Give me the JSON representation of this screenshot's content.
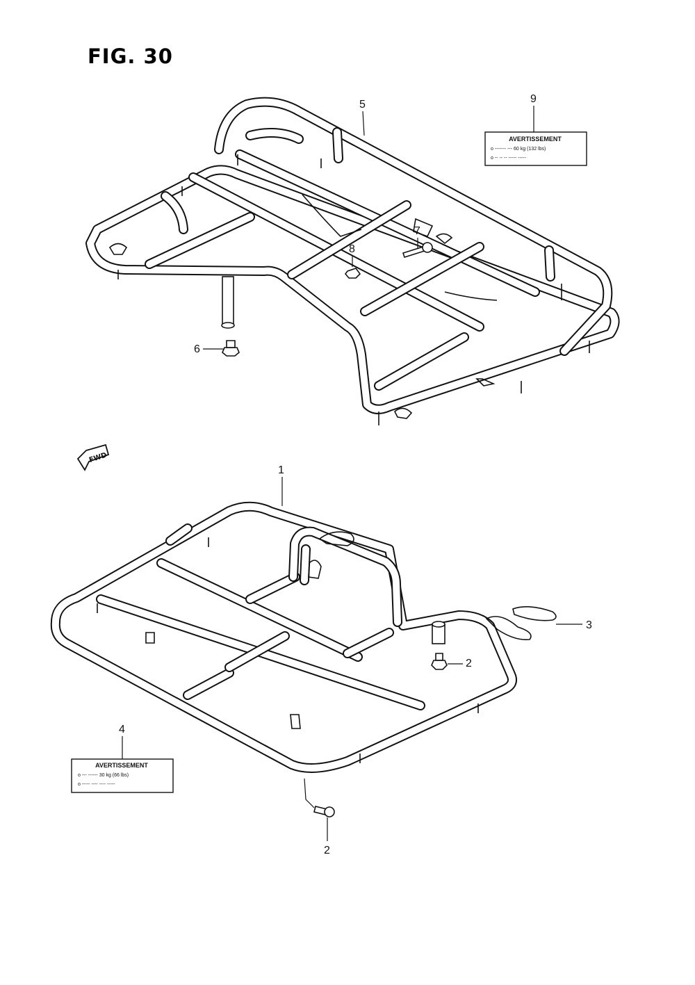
{
  "figure": {
    "title": "FIG. 30"
  },
  "callouts": {
    "c1": "1",
    "c2a": "2",
    "c2b": "2",
    "c3": "3",
    "c4": "4",
    "c5": "5",
    "c6": "6",
    "c7": "7",
    "c8": "8",
    "c9": "9"
  },
  "fwd_marker": {
    "text": "FWD"
  },
  "label_9": {
    "title": "AVERTISSEMENT",
    "line1": "o ------- --- 60 kg (132 lbs)",
    "line2": "o -- -- -- ----- -----"
  },
  "label_4": {
    "title": "AVERTISSEMENT",
    "line1": "o --- ------ 30 kg (66 lbs)",
    "line2": "o ----- ---- ---- -----"
  }
}
